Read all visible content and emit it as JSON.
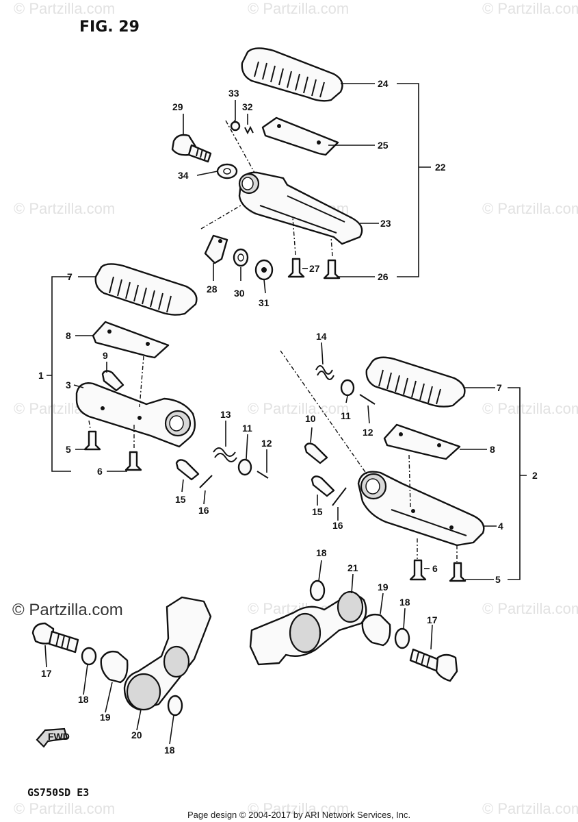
{
  "figure": {
    "title": "FIG. 29",
    "model": "GS750SD E3",
    "direction": "FWD"
  },
  "watermark": {
    "text": "© Partzilla.com",
    "prominent": "© Partzilla.com"
  },
  "footer": {
    "text": "Page design © 2004-2017 by ARI Network Services, Inc."
  },
  "callouts": {
    "c24": "24",
    "c25": "25",
    "c22": "22",
    "c23": "23",
    "c26": "26",
    "c27": "27",
    "c29": "29",
    "c33": "33",
    "c32": "32",
    "c34": "34",
    "c28": "28",
    "c30": "30",
    "c31": "31",
    "c7a": "7",
    "c8a": "8",
    "c9": "9",
    "c3": "3",
    "c1": "1",
    "c5a": "5",
    "c6a": "6",
    "c13": "13",
    "c11a": "11",
    "c12a": "12",
    "c15a": "15",
    "c16a": "16",
    "c14": "14",
    "c11b": "11",
    "c12b": "12",
    "c10": "10",
    "c7b": "7",
    "c8b": "8",
    "c2": "2",
    "c4": "4",
    "c15b": "15",
    "c16b": "16",
    "c6b": "6",
    "c5b": "5",
    "c18a": "18",
    "c21": "21",
    "c19a": "19",
    "c18b": "18",
    "c17a": "17",
    "c17b": "17",
    "c18c": "18",
    "c19b": "19",
    "c20": "20",
    "c18d": "18"
  }
}
